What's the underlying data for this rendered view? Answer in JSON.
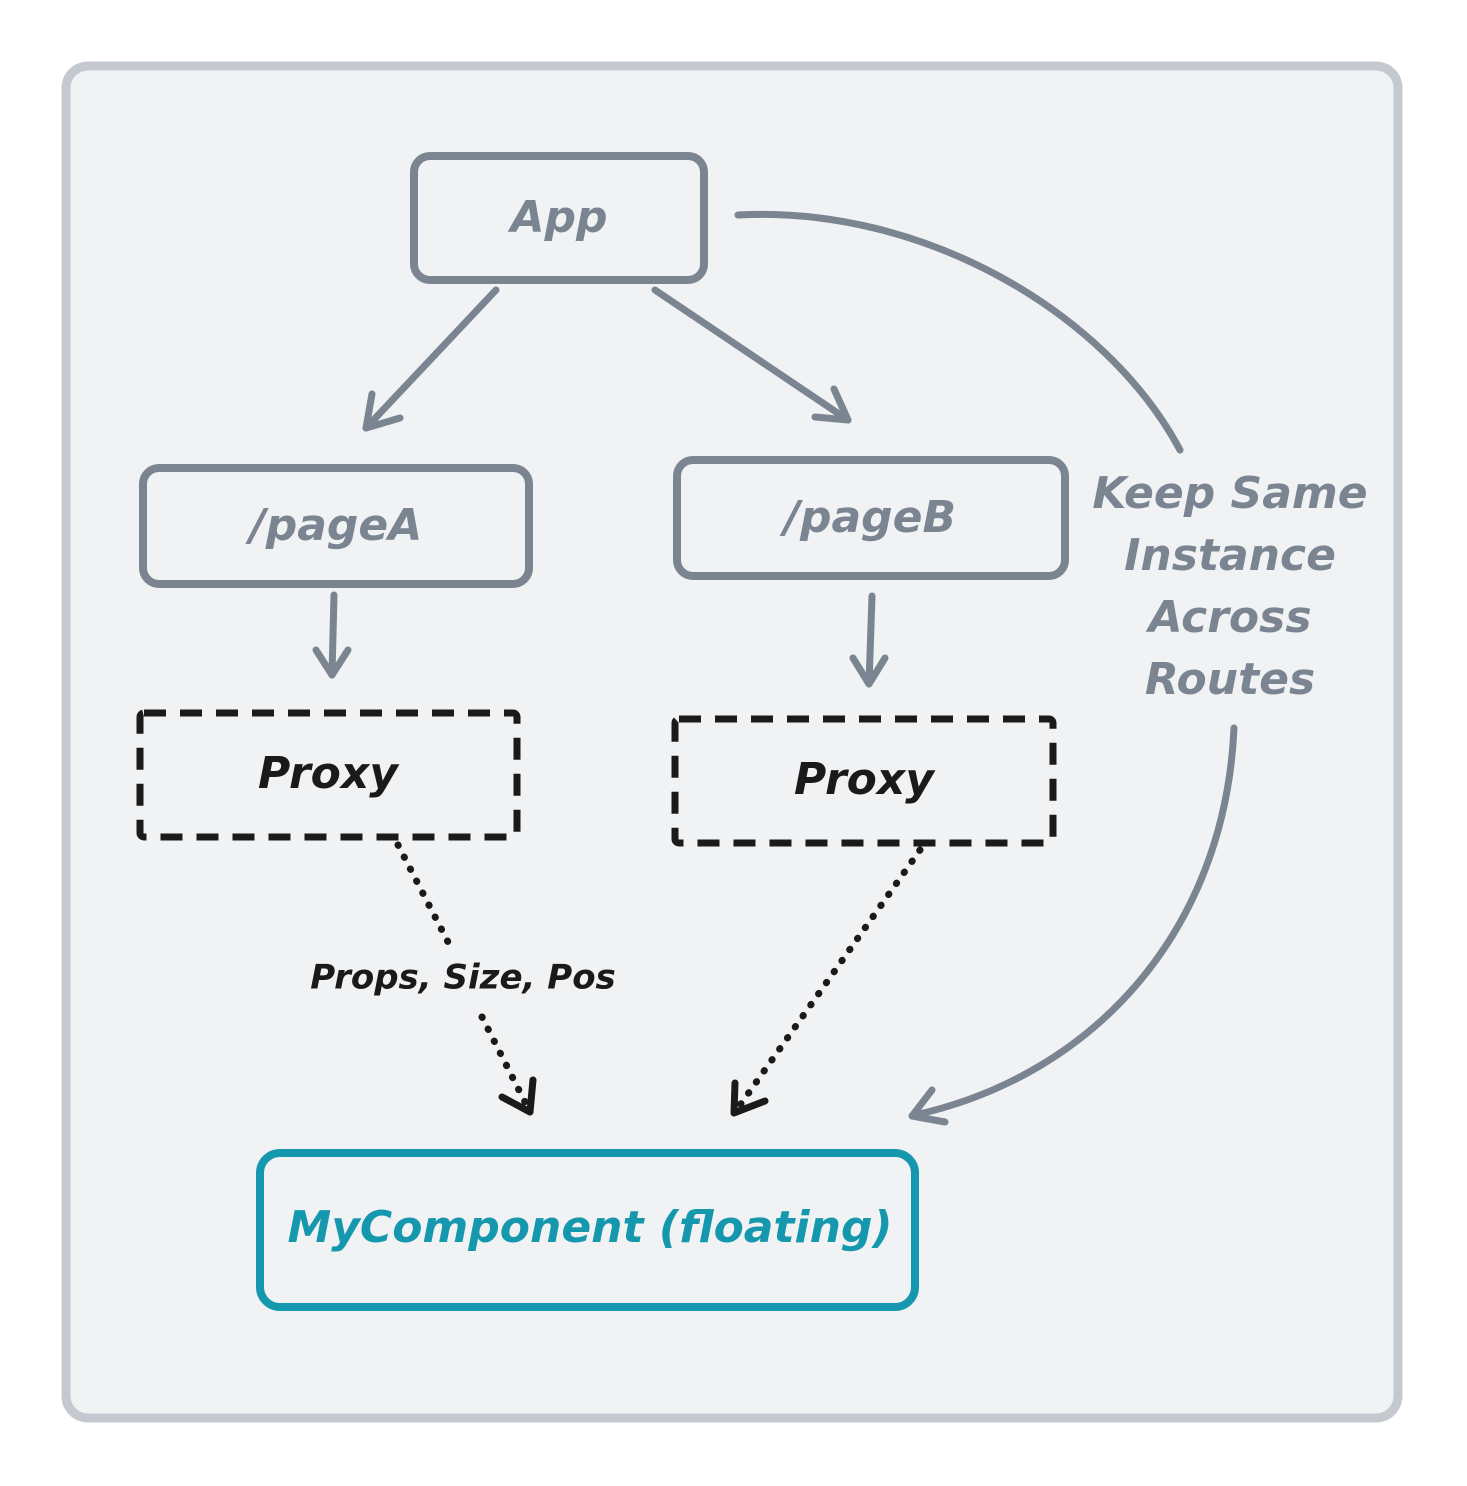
{
  "diagram": {
    "nodes": {
      "app": {
        "label": "App"
      },
      "page_a": {
        "label": "/pageA"
      },
      "page_b": {
        "label": "/pageB"
      },
      "proxy_a": {
        "label": "Proxy"
      },
      "proxy_b": {
        "label": "Proxy"
      },
      "my_component": {
        "label": "MyComponent (floating)"
      }
    },
    "edge_labels": {
      "proxy_to_component": "Props, Size, Pos"
    },
    "side_note": {
      "lines": [
        "Keep Same",
        "Instance",
        "Across",
        "Routes"
      ]
    },
    "edges": [
      {
        "from": "app",
        "to": "page_a",
        "style": "solid"
      },
      {
        "from": "app",
        "to": "page_b",
        "style": "solid"
      },
      {
        "from": "page_a",
        "to": "proxy_a",
        "style": "solid"
      },
      {
        "from": "page_b",
        "to": "proxy_b",
        "style": "solid"
      },
      {
        "from": "proxy_a",
        "to": "my_component",
        "style": "dotted",
        "label": "Props, Size, Pos"
      },
      {
        "from": "proxy_b",
        "to": "my_component",
        "style": "dotted"
      },
      {
        "from": "app",
        "to": "my_component",
        "style": "curved",
        "label": "Keep Same Instance Across Routes"
      }
    ],
    "colors": {
      "frame_fill": "#f0f2f4",
      "frame_stroke": "#c4c9cf",
      "node_stroke": "#7a8591",
      "proxy_stroke": "#1a1a1a",
      "accent": "#1598ad"
    }
  }
}
